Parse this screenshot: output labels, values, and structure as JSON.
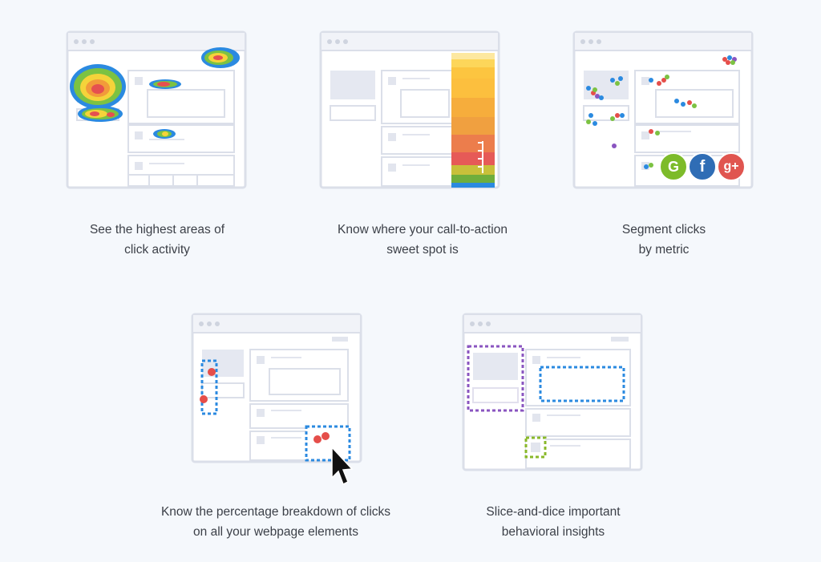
{
  "features": [
    {
      "id": "heatmap",
      "caption": [
        "See the highest areas of",
        "click activity"
      ],
      "illustration": "click-heatmap"
    },
    {
      "id": "scrollmap",
      "caption": [
        "Know where your call-to-action",
        "sweet spot is"
      ],
      "illustration": "scroll-heatmap"
    },
    {
      "id": "confetti",
      "caption": [
        "Segment clicks",
        "by metric"
      ],
      "illustration": "segmented-click-dots",
      "icons": [
        {
          "name": "google-icon",
          "glyph": "G",
          "color": "#7dbb2a"
        },
        {
          "name": "facebook-icon",
          "glyph": "f",
          "color": "#2f6db5"
        },
        {
          "name": "google-plus-icon",
          "glyph": "g+",
          "color": "#e05550"
        }
      ]
    },
    {
      "id": "overlay",
      "caption": [
        "Know the percentage breakdown of clicks",
        "on all your webpage elements"
      ],
      "illustration": "element-click-overlay"
    },
    {
      "id": "list",
      "caption": [
        "Slice-and-dice important",
        "behavioral insights"
      ],
      "illustration": "element-list-selection"
    }
  ],
  "colors": {
    "background": "#f5f8fc",
    "frame_stroke": "#d9dde8",
    "blue_dash": "#2b8ae0",
    "purple_dash": "#8a55c0",
    "green_dash": "#8ab82a",
    "click_dot": "#e54e4a"
  }
}
